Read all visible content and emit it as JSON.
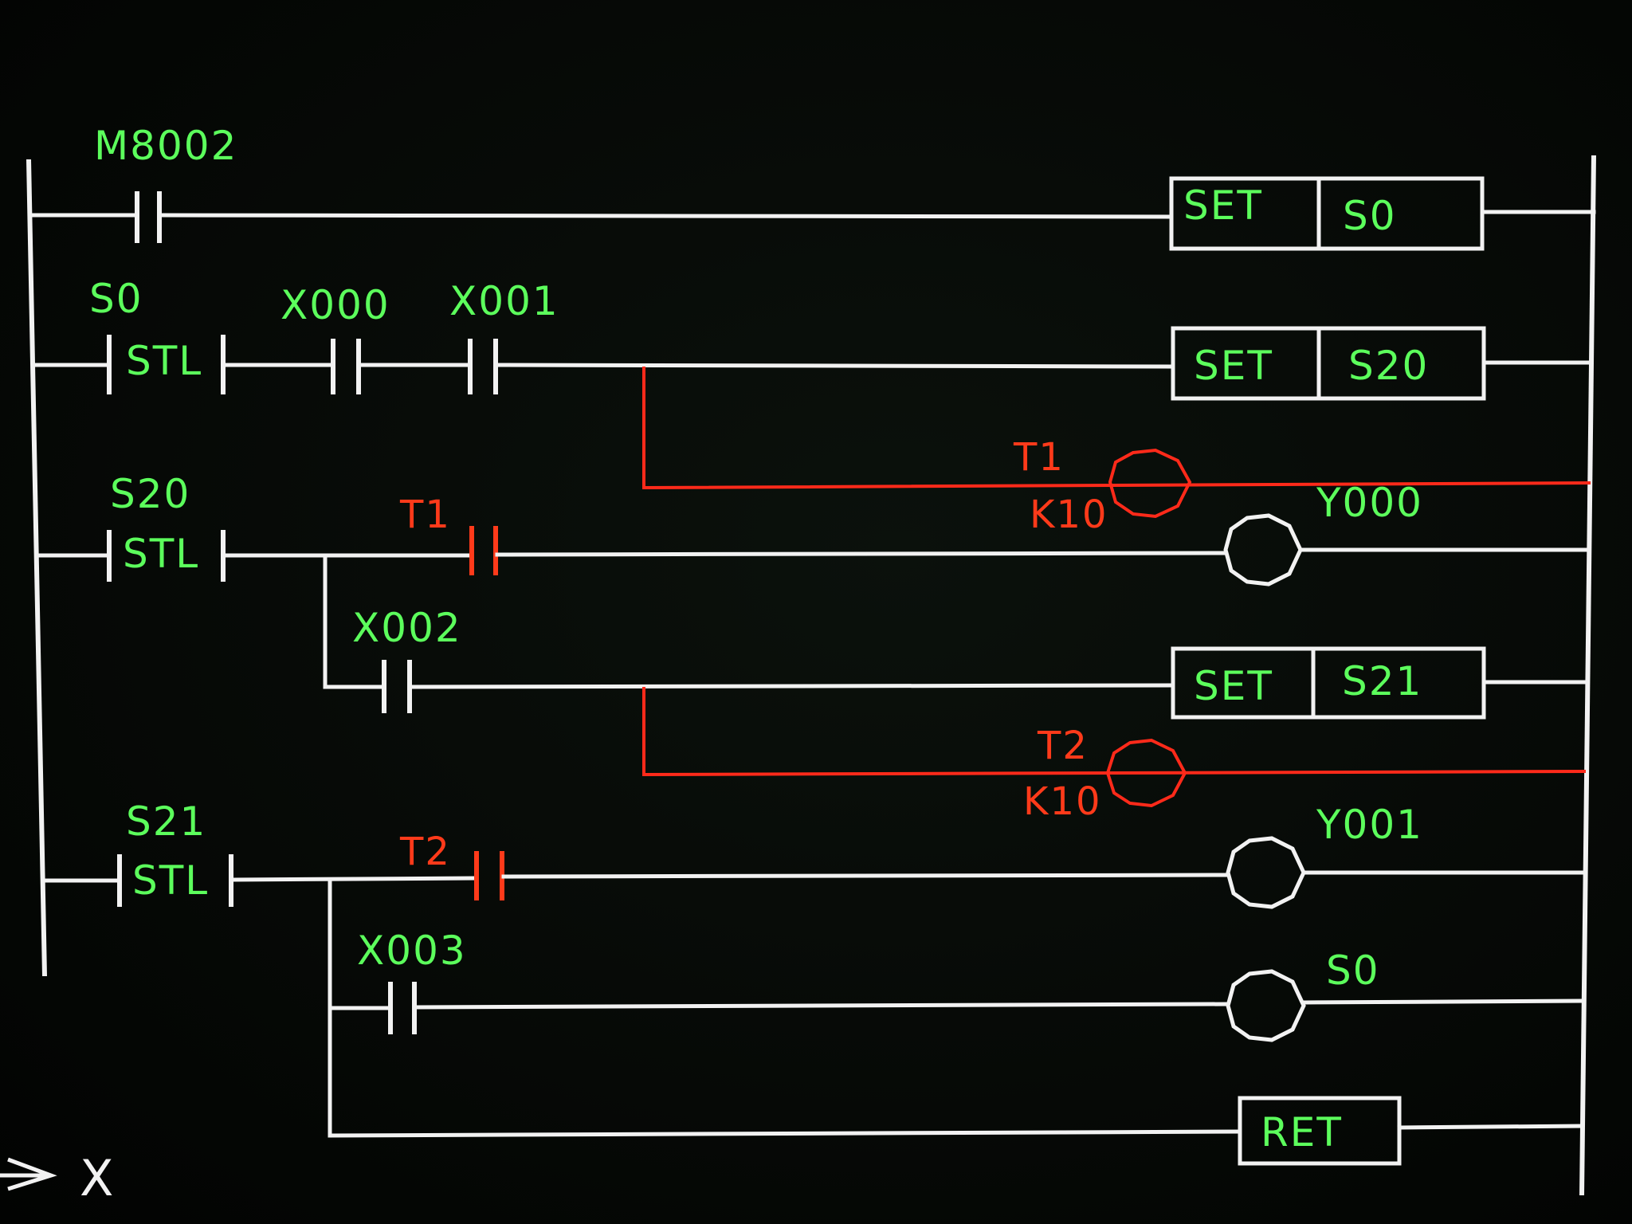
{
  "rungs": [
    {
      "contacts": [
        {
          "label": "M8002"
        }
      ],
      "instruction": {
        "op": "SET",
        "operand": "S0"
      }
    },
    {
      "stl": {
        "state": "S0",
        "text": "STL"
      },
      "contacts": [
        {
          "label": "X000"
        },
        {
          "label": "X001"
        }
      ],
      "instruction": {
        "op": "SET",
        "operand": "S20"
      },
      "timer": {
        "name": "T1",
        "constant": "K10"
      }
    },
    {
      "stl": {
        "state": "S20",
        "text": "STL"
      },
      "contacts": [
        {
          "label": "T1"
        },
        {
          "label": "X002"
        }
      ],
      "coil": {
        "label": "Y000"
      },
      "instruction": {
        "op": "SET",
        "operand": "S21"
      },
      "timer": {
        "name": "T2",
        "constant": "K10"
      }
    },
    {
      "stl": {
        "state": "S21",
        "text": "STL"
      },
      "contacts": [
        {
          "label": "T2"
        },
        {
          "label": "X003"
        }
      ],
      "coil": {
        "label": "Y001"
      },
      "coil2": {
        "label": "S0"
      },
      "end_instruction": {
        "op": "RET"
      }
    }
  ],
  "cursor": {
    "glyph": "X"
  },
  "colors": {
    "label": "#5cff5c",
    "wire": "#f2f2f2",
    "highlight": "#ff2a1a",
    "background": "#050705"
  }
}
